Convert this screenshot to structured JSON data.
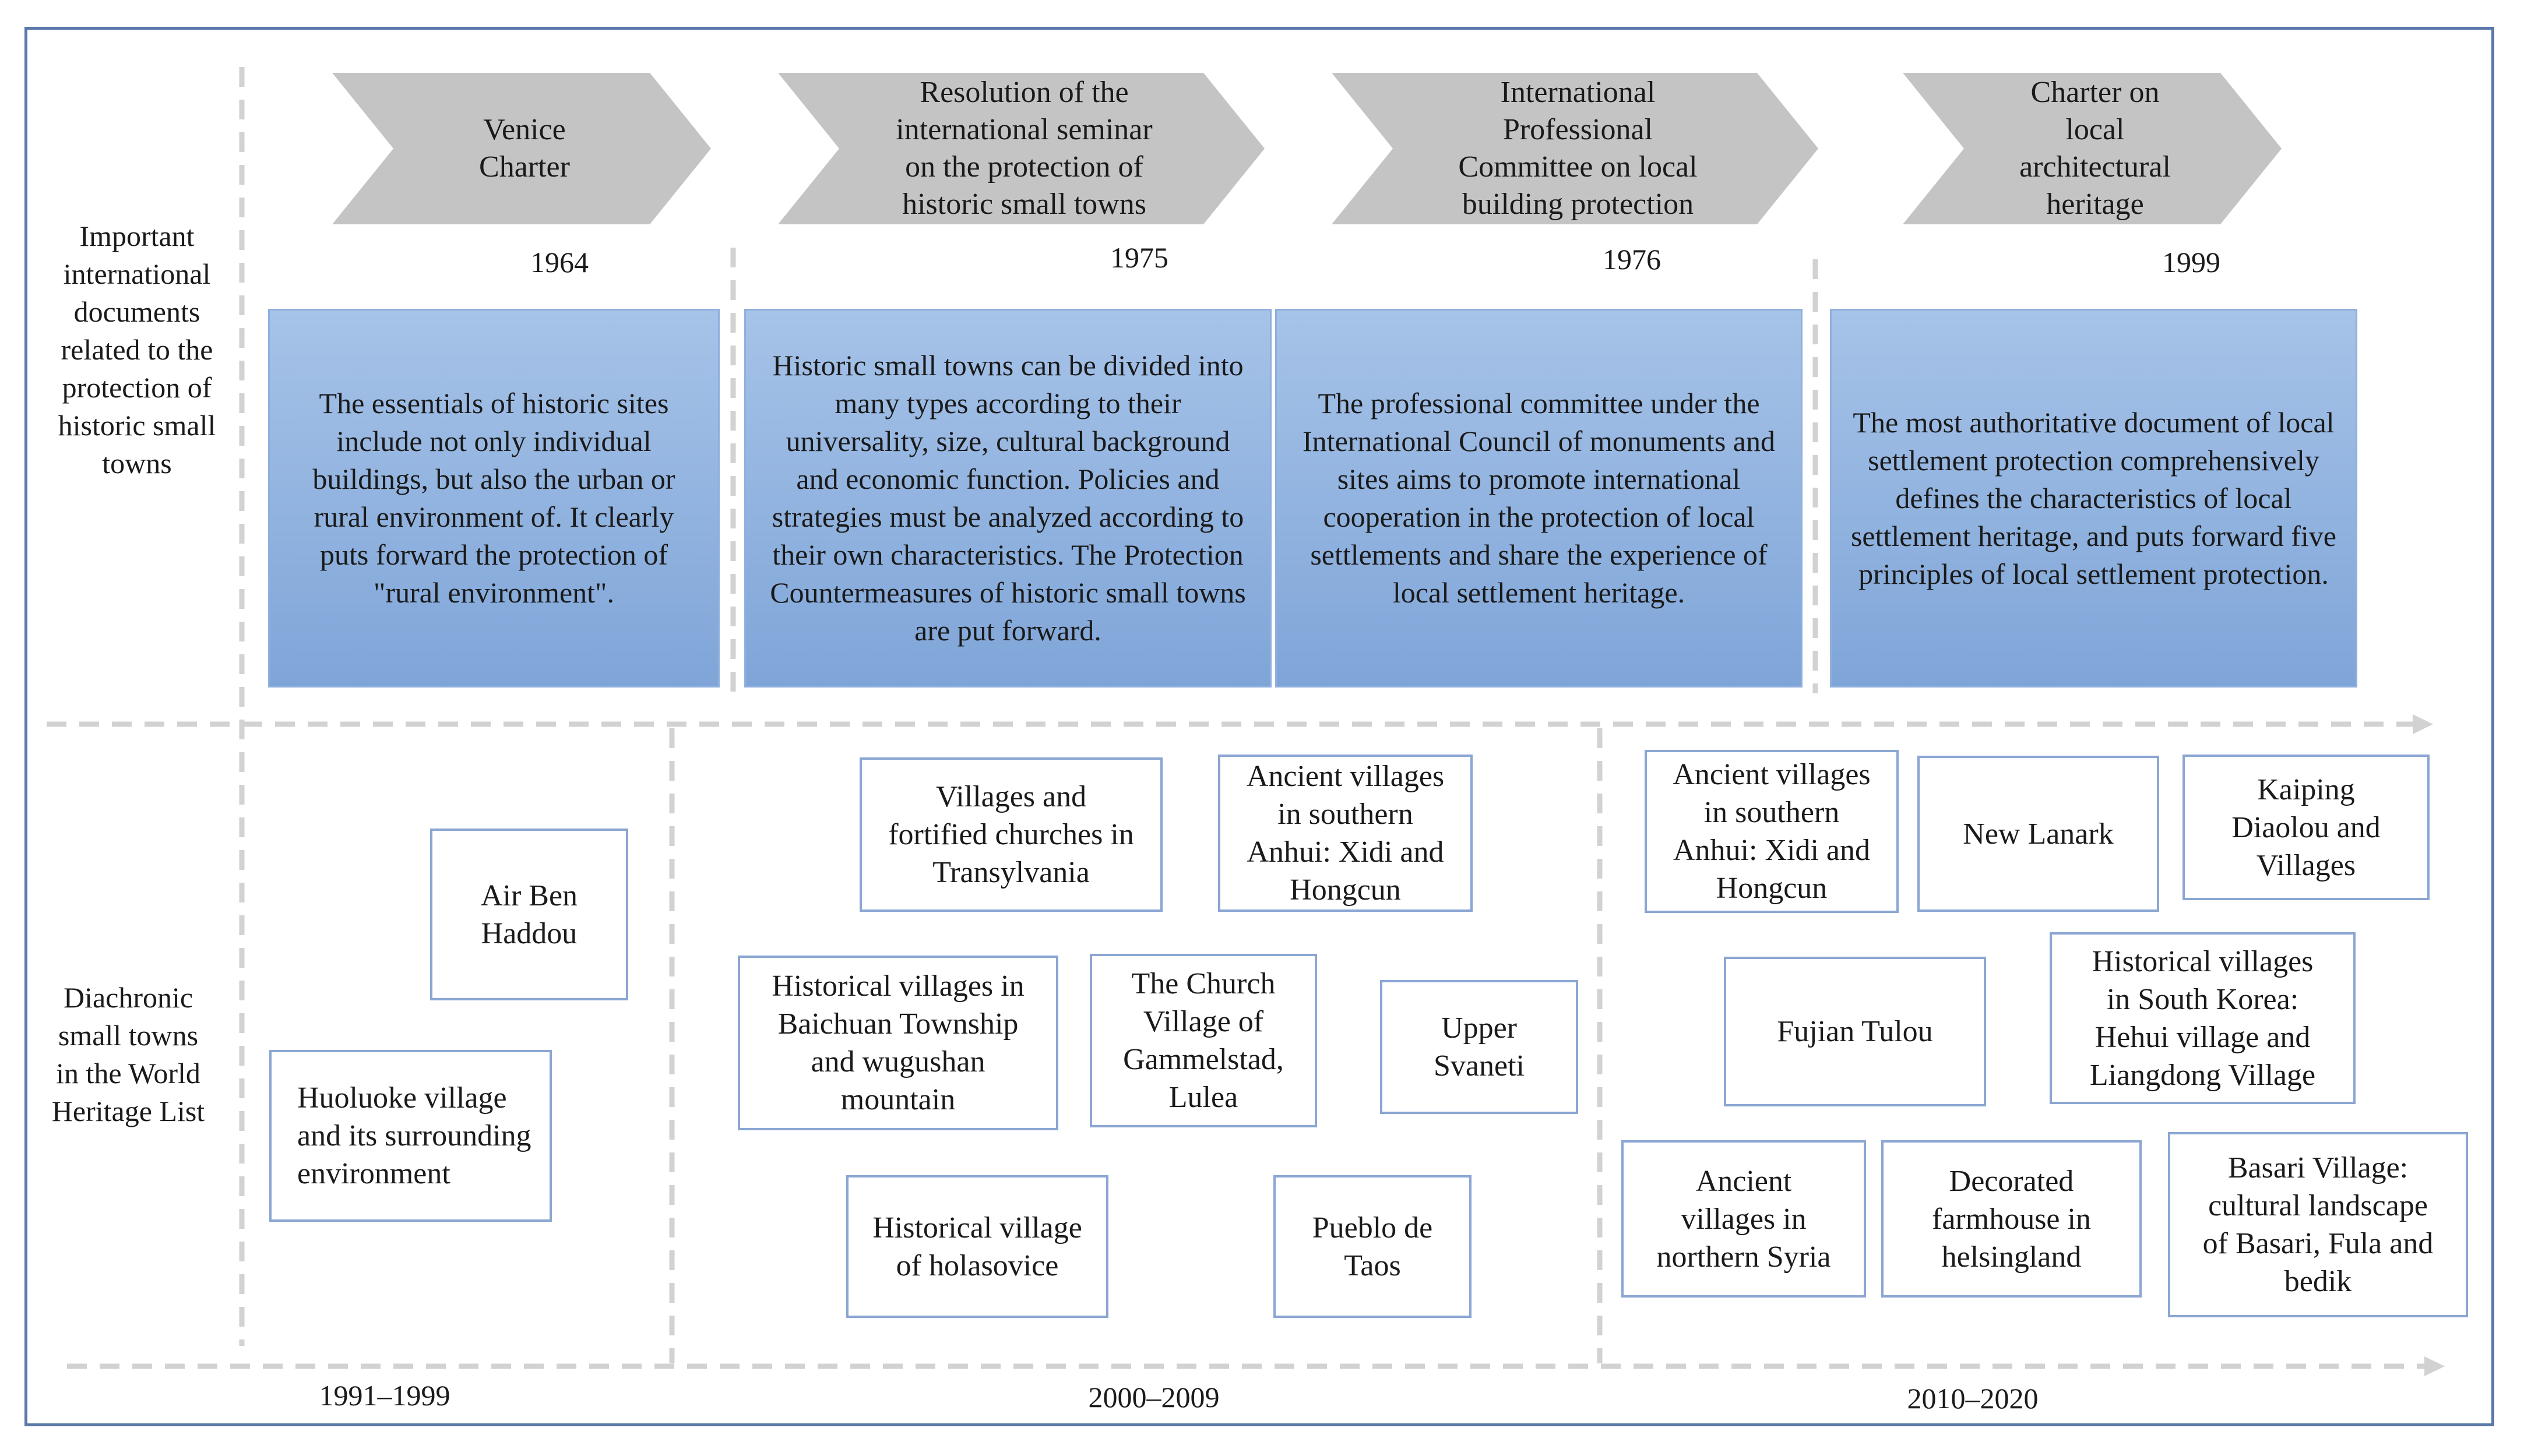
{
  "row_labels": {
    "documents": "Important\ninternational\ndocuments\nrelated to the\nprotection of\nhistoric small\ntowns",
    "heritage": "Diachronic\nsmall towns\nin the World\nHeritage List"
  },
  "documents": [
    {
      "title": "Venice\nCharter",
      "year": "1964",
      "description": "The essentials of historic sites include not only individual buildings, but also the urban or rural environment of. It clearly puts forward the protection of \"rural environment\"."
    },
    {
      "title": "Resolution of the\ninternational seminar\non the protection of\nhistoric small towns",
      "year": "1975",
      "description": "Historic small towns can be divided into many types according to their universality, size, cultural background and economic function. Policies and strategies must be analyzed according to their own characteristics. The Protection Countermeasures of historic small towns are put forward."
    },
    {
      "title": "International\nProfessional\nCommittee on local\nbuilding protection",
      "year": "1976",
      "description": "The professional committee under the International Council of monuments and sites aims to promote international cooperation in the protection of local settlements and share the experience of local settlement heritage."
    },
    {
      "title": "Charter on\nlocal\narchitectural\nheritage",
      "year": "1999",
      "description": "The most authoritative document of local settlement protection comprehensively defines the characteristics of local settlement heritage, and puts forward five principles of local settlement protection."
    }
  ],
  "periods": [
    {
      "label": "1991–1999",
      "sites": [
        "Air Ben\nHaddou",
        "Huoluoke village\nand its surrounding\nenvironment"
      ]
    },
    {
      "label": "2000–2009",
      "sites": [
        "Villages and\nfortified churches in\nTransylvania",
        "Ancient villages\nin southern\nAnhui: Xidi and\nHongcun",
        "Historical villages in\nBaichuan Township\nand wugushan\nmountain",
        "The Church\nVillage of\nGammelstad,\nLulea",
        "Upper\nSvaneti",
        "Historical village\nof holasovice",
        "Pueblo de\nTaos"
      ]
    },
    {
      "label": "2010–2020",
      "sites": [
        "Ancient villages\nin southern\nAnhui: Xidi and\nHongcun",
        "New Lanark",
        "Kaiping\nDiaolou and\nVillages",
        "Fujian Tulou",
        "Historical villages\nin South Korea:\nHehui village and\nLiangdong Village",
        "Ancient\nvillages in\nnorthern Syria",
        "Decorated\nfarmhouse in\nhelsingland",
        "Basari Village:\ncultural landscape\nof Basari, Fula and\nbedik"
      ]
    }
  ],
  "colors": {
    "frame": "#5a78a8",
    "chevron": "#c4c4c4",
    "blue_box": "#8fb0de",
    "site_border": "#8ba6d3",
    "dashed_line": "#d2d2d2"
  }
}
